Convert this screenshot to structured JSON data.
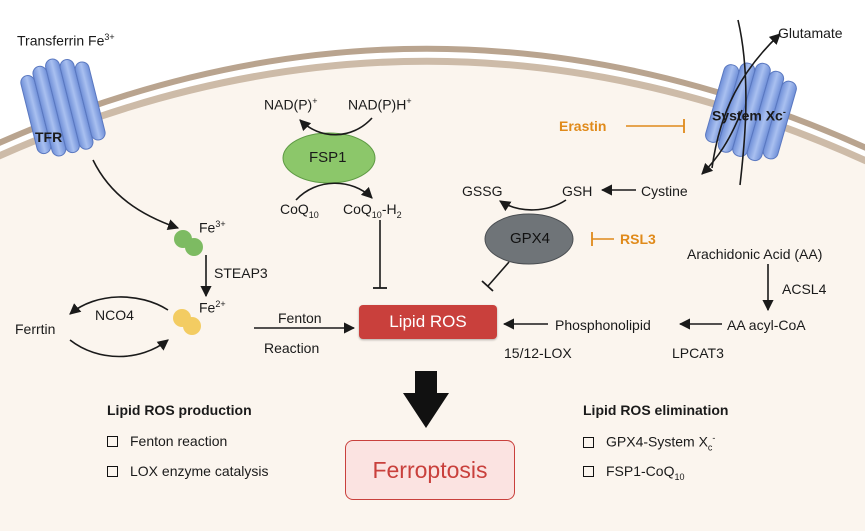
{
  "labels": {
    "transferrin": "Transferrin Fe",
    "transferrin_sup": "3+",
    "tfr": "TFR",
    "fe3": "Fe",
    "fe3_sup": "3+",
    "steap3": "STEAP3",
    "fe2": "Fe",
    "fe2_sup": "2+",
    "ferritin": "Ferrtin",
    "nco4": "NCO4",
    "fenton": "Fenton",
    "reaction": "Reaction",
    "nadp_plus": "NAD(P)",
    "nadp_plus_sup": "+",
    "nadph": "NAD(P)H",
    "nadph_sup": "+",
    "fsp1": "FSP1",
    "coq10": "CoQ",
    "coq10_sub": "10",
    "coq10h2_a": "CoQ",
    "coq10h2_sub": "10",
    "coq10h2_b": "-H",
    "coq10h2_sub2": "2",
    "glutamate": "Glutamate",
    "system_xc": "System Xc",
    "system_xc_sup": "-",
    "erastin": "Erastin",
    "gssg": "GSSG",
    "gsh": "GSH",
    "cystine": "Cystine",
    "gpx4": "GPX4",
    "rsl3": "RSL3",
    "aa": "Arachidonic Acid (AA)",
    "acsl4": "ACSL4",
    "aa_coa": "AA acyl-CoA",
    "lpcat3": "LPCAT3",
    "phospholipid": "Phosphonolipid",
    "lox": "15/12-LOX",
    "lipid_ros": "Lipid ROS",
    "ferroptosis": "Ferroptosis"
  },
  "production": {
    "title": "Lipid ROS production",
    "items": [
      "Fenton reaction",
      "LOX enzyme catalysis"
    ]
  },
  "elimination": {
    "title": "Lipid ROS elimination",
    "item1_a": "GPX4-System X",
    "item1_sub": "c",
    "item1_sup": "-",
    "item2_a": "FSP1-CoQ",
    "item2_sub": "10"
  },
  "colors": {
    "membrane": "#b9a48f",
    "cytoplasm": "#fbf5ee",
    "fsp1": "#8cc76a",
    "gpx4": "#6f7478",
    "channel": "#8ca8e6",
    "fe3_dot": "#7dbb62",
    "fe2_dot": "#f3cc62",
    "inhibitor": "#e08a1a",
    "lipid_ros": "#c9403c"
  },
  "icons": [
    "tfr-channel-icon",
    "system-xc-channel-icon",
    "big-down-arrow-icon"
  ]
}
